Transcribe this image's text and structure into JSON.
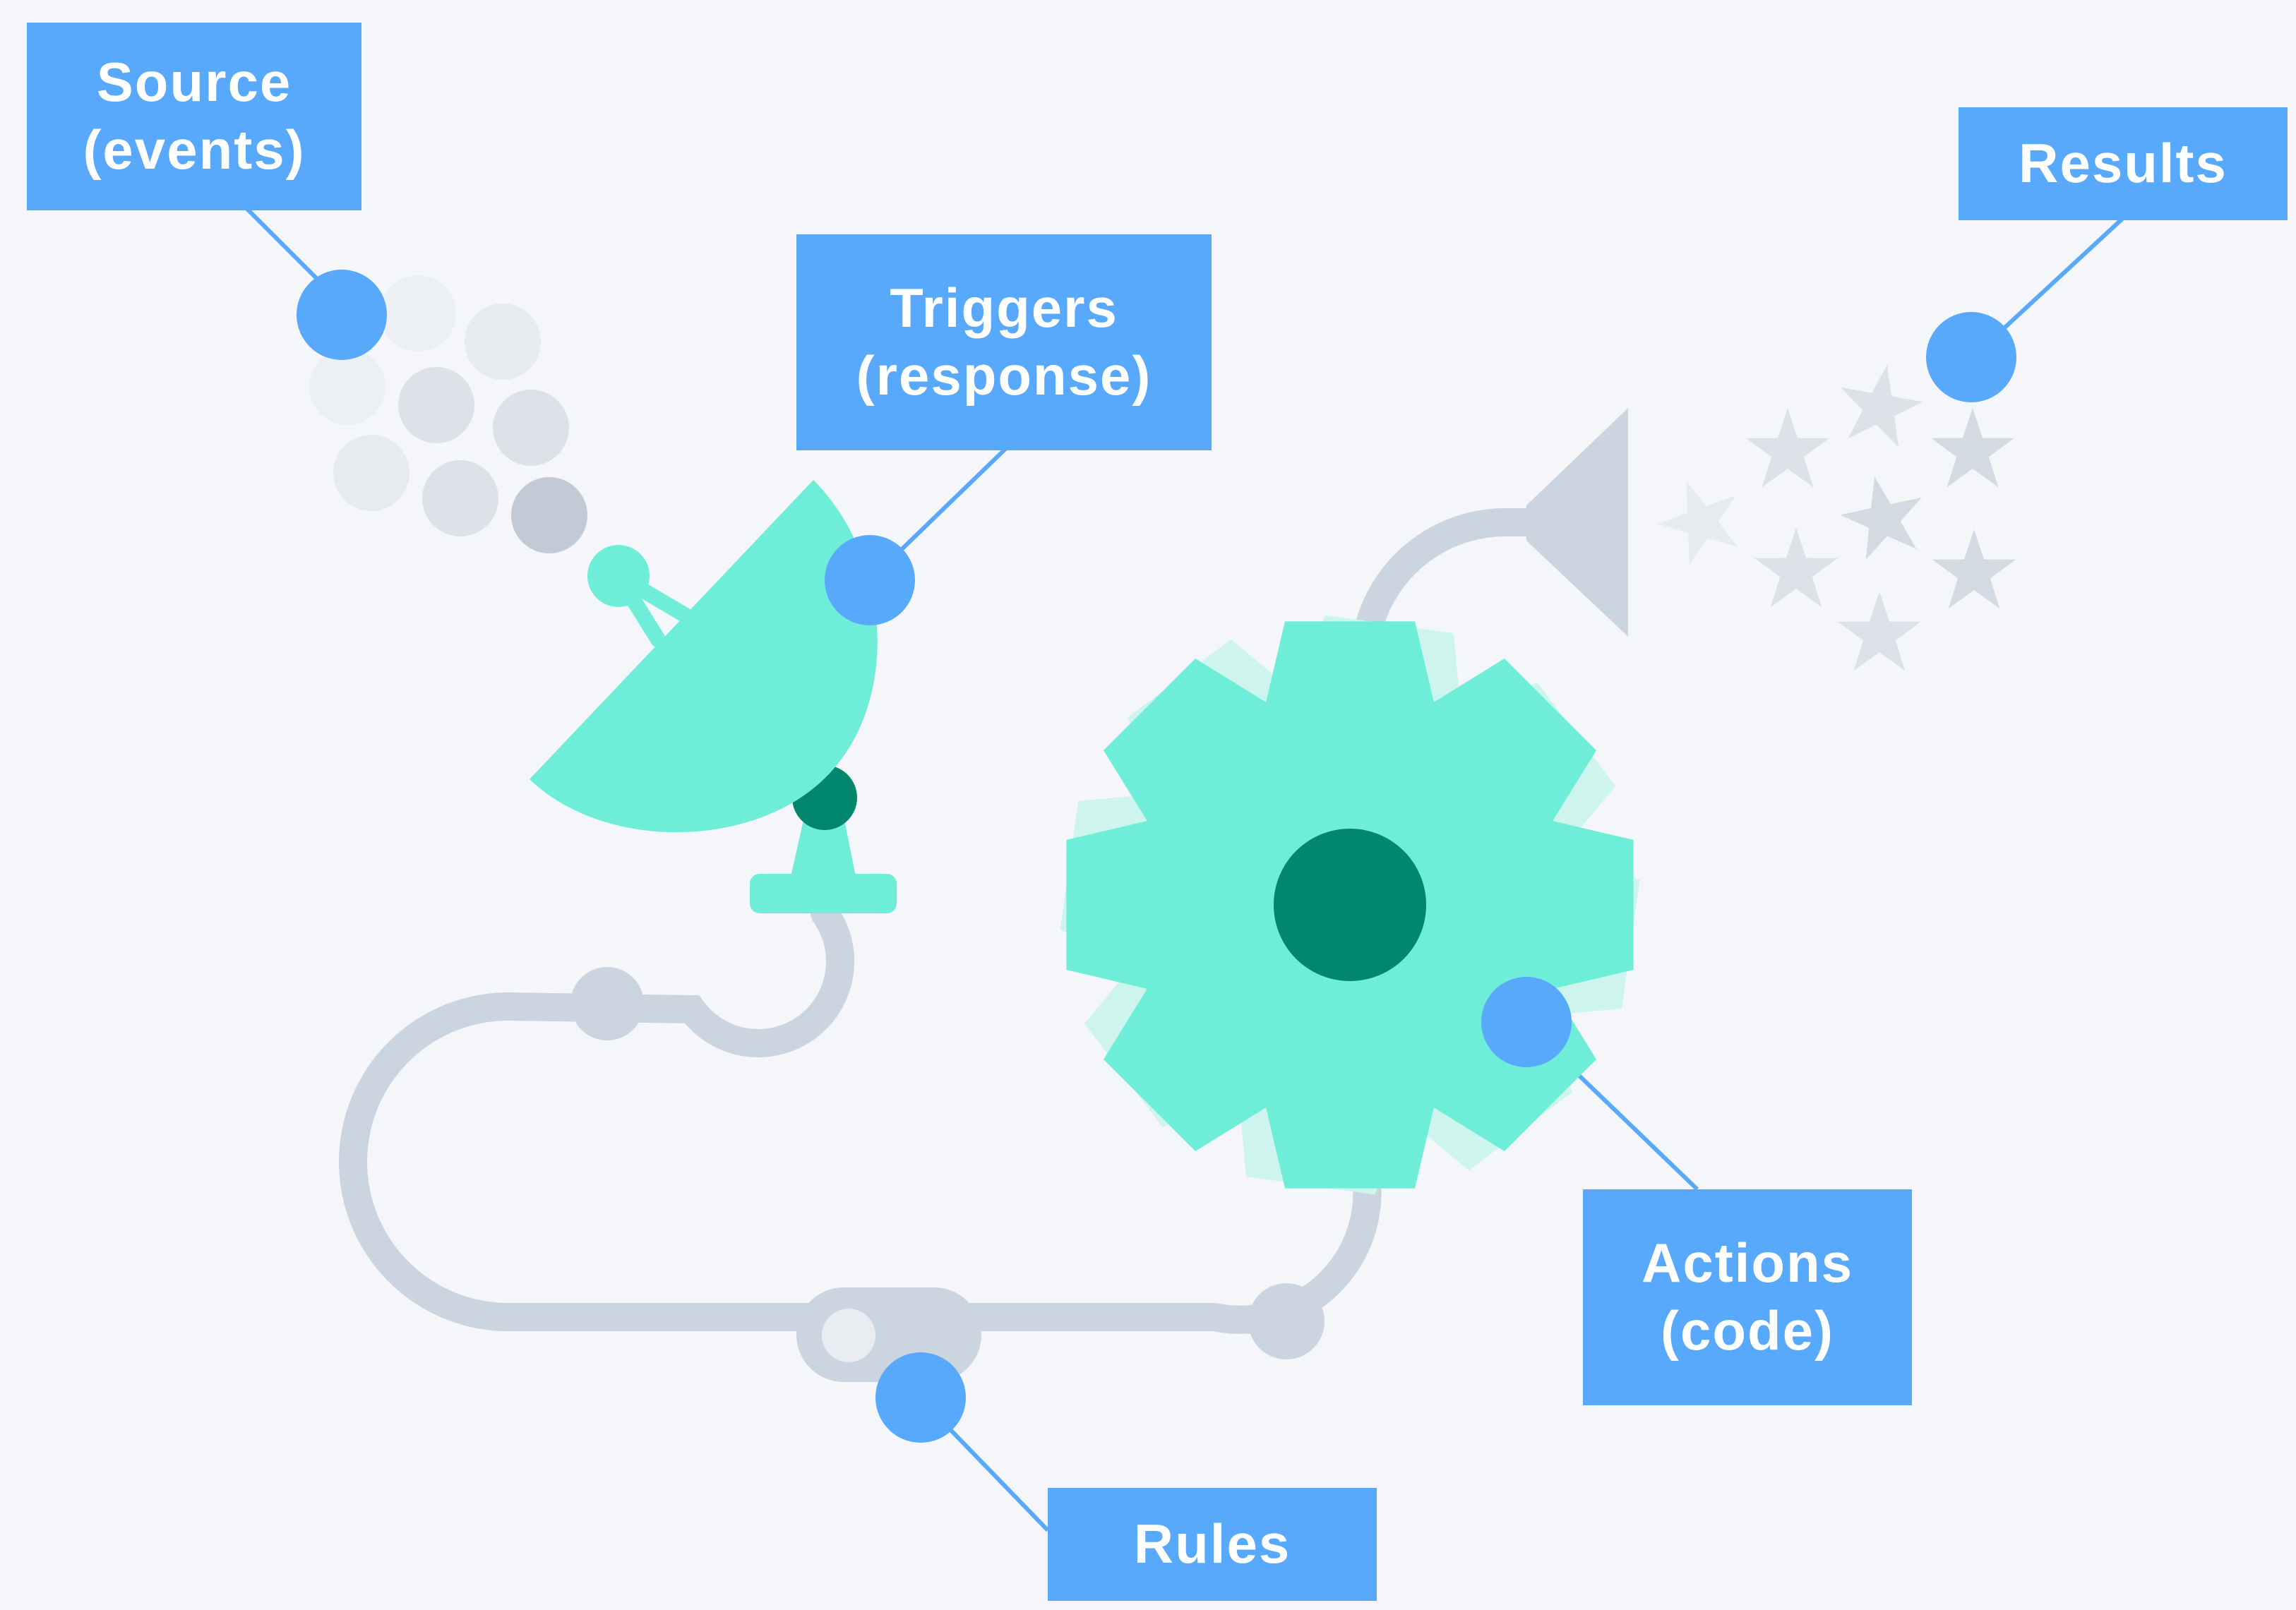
{
  "labels": {
    "source": {
      "line1": "Source",
      "line2": "(events)"
    },
    "triggers": {
      "line1": "Triggers",
      "line2": "(response)"
    },
    "results": {
      "line1": "Results"
    },
    "actions": {
      "line1": "Actions",
      "line2": "(code)"
    },
    "rules": {
      "line1": "Rules"
    }
  },
  "colors": {
    "background": "#F4F6FA",
    "label_fill": "#58A8FB",
    "marker": "#58A8FB",
    "mint": "#6EEDD8",
    "mint_light": "#CDF5EE",
    "dark_green": "#00876E",
    "pipe": "#CBD5DF",
    "event_dots": "#DDE2E9",
    "stars": "#D3DAE2"
  },
  "icons": [
    "satellite-dish-icon",
    "gear-icon",
    "funnel-icon",
    "event-dots-icon",
    "star-icon"
  ]
}
